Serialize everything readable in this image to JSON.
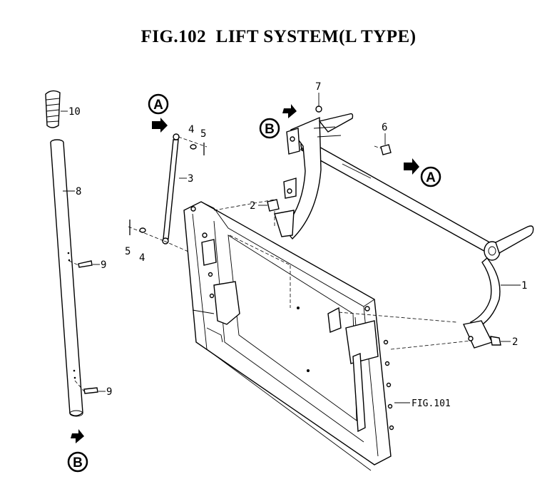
{
  "title": "FIG.102  LIFT SYSTEM(L TYPE)",
  "labels": {
    "p1": "1",
    "p2a": "2",
    "p2b": "2",
    "p3": "3",
    "p4a": "4",
    "p4b": "4",
    "p5a": "5",
    "p5b": "5",
    "p6": "6",
    "p7": "7",
    "p8": "8",
    "p9a": "9",
    "p9b": "9",
    "p10": "10"
  },
  "ref_fig": "FIG.101",
  "markers": {
    "a1": "A",
    "a2": "A",
    "b1": "B",
    "b2": "B"
  }
}
